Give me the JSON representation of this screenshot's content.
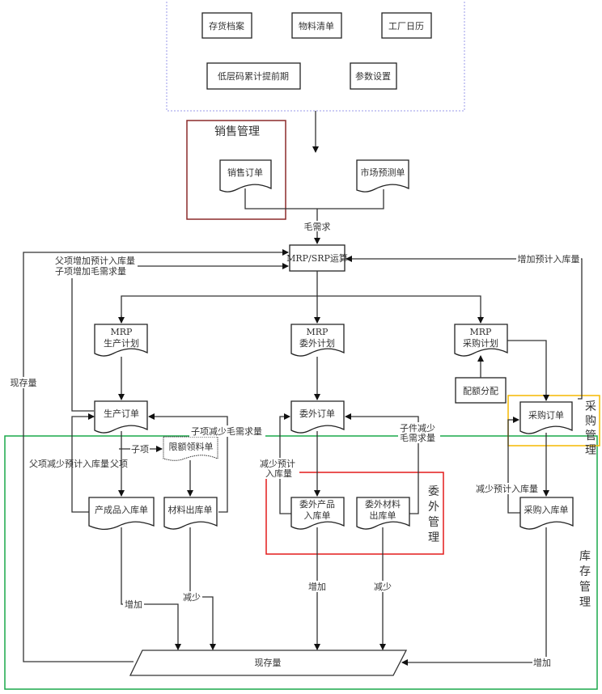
{
  "config_group": {
    "items": [
      "存货档案",
      "物料清单",
      "工厂日历",
      "低层码累计提前期",
      "参数设置"
    ]
  },
  "sales": {
    "group_label": "销售管理",
    "sales_order": "销售订单",
    "forecast": "市场预测单",
    "gross_req_label": "毛需求"
  },
  "mrp": {
    "engine": "MRP/SRP运算",
    "parent_inc": "父项增加预计入库量",
    "child_inc": "子项增加毛需求量",
    "po_inc_label": "增加预计入库量"
  },
  "plans": {
    "prod_plan": [
      "MRP",
      "生产计划"
    ],
    "sub_plan": [
      "MRP",
      "委外计划"
    ],
    "pur_plan": [
      "MRP",
      "采购计划"
    ],
    "quota": "配额分配"
  },
  "orders": {
    "prod_order": "生产订单",
    "sub_order": "委外订单",
    "pur_order": "采购订单"
  },
  "production": {
    "child_item": "子项",
    "limit_pick": "限额领料单",
    "child_dec": "子项减少毛需求量",
    "parent_dec": "父项减少预计入库量",
    "parent_item": "父项",
    "fg_receipt": "产成品入库单",
    "mat_issue": "材料出库单",
    "inc": "增加",
    "dec": "减少"
  },
  "subcontract": {
    "group_label": [
      "委",
      "外",
      "管",
      "理"
    ],
    "dec_receipt": [
      "减少预计",
      "入库量"
    ],
    "part_dec": [
      "子件减少",
      "毛需求量"
    ],
    "product_receipt": [
      "委外产品",
      "入库单"
    ],
    "mat_issue": [
      "委外材料",
      "出库单"
    ],
    "inc": "增加",
    "dec": "减少"
  },
  "purchase": {
    "group_label": [
      "采",
      "购",
      "管",
      "理"
    ],
    "dec_receipt": "减少预计入库量",
    "receipt": "采购入库单",
    "inc": "增加"
  },
  "inventory": {
    "group_label": [
      "库",
      "存",
      "管",
      "理"
    ],
    "onhand": "现存量",
    "onhand_left": "现存量"
  },
  "colors": {
    "sales_group": "#8b2a2a",
    "subcontract_group": "#e31b1b",
    "purchase_group": "#f5b800",
    "inventory_group": "#1aa84a",
    "config_group": "#9a9ae8"
  }
}
